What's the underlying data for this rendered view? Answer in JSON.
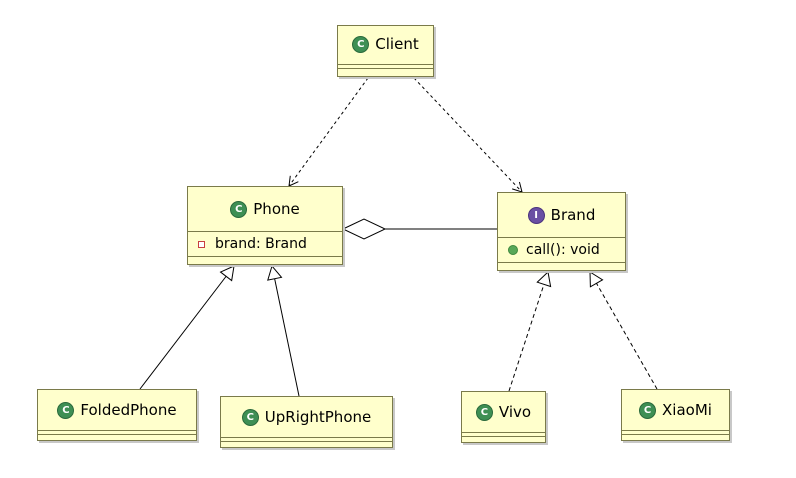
{
  "classes": {
    "client": {
      "name": "Client",
      "icon": "class-icon"
    },
    "phone": {
      "name": "Phone",
      "icon": "class-icon",
      "attribute": "brand: Brand"
    },
    "brand": {
      "name": "Brand",
      "icon": "interface-icon",
      "operation": "call(): void"
    },
    "folded": {
      "name": "FoldedPhone",
      "icon": "class-icon"
    },
    "upright": {
      "name": "UpRightPhone",
      "icon": "class-icon"
    },
    "vivo": {
      "name": "Vivo",
      "icon": "class-icon"
    },
    "xiaomi": {
      "name": "XiaoMi",
      "icon": "class-icon"
    }
  },
  "icon_letters": {
    "class": "C",
    "interface": "I"
  },
  "colors": {
    "box_fill": "#ffffcc",
    "box_border": "#7a7a4a",
    "class_icon": "#3e8f54",
    "interface_icon": "#6a4fa3"
  }
}
